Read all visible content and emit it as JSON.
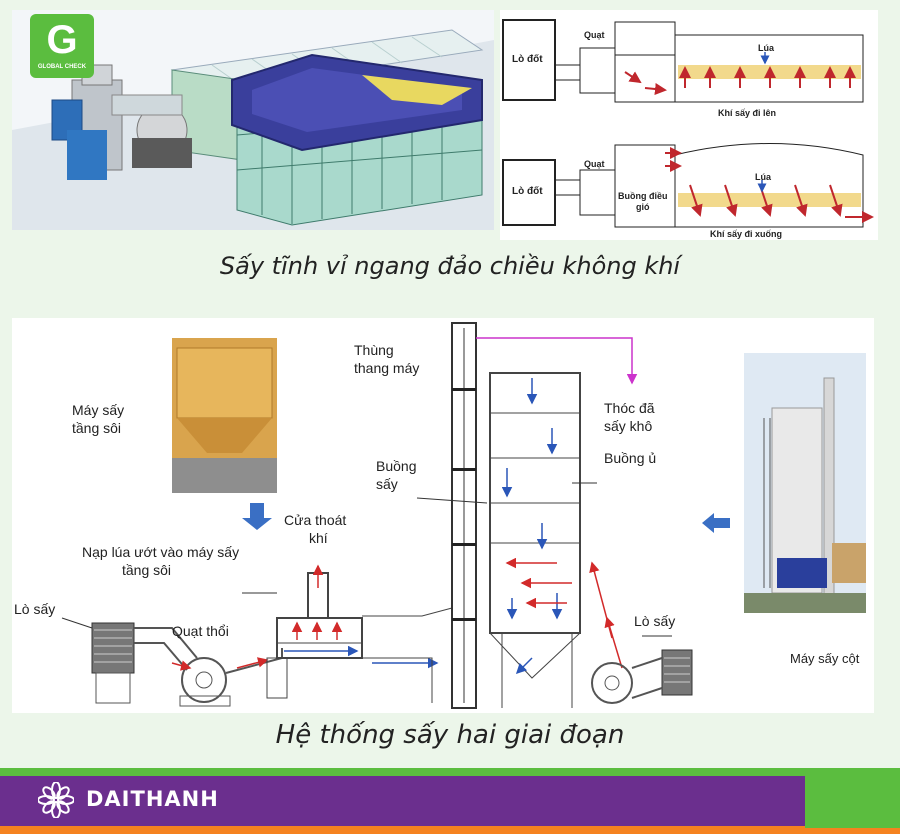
{
  "logo": {
    "letter": "G",
    "text": "GLOBAL CHECK"
  },
  "top_diagram": {
    "upflow": {
      "furnace": "Lò đốt",
      "fan": "Quạt",
      "grain": "Lúa",
      "caption": "Khí sấy đi lên"
    },
    "downflow": {
      "furnace": "Lò đốt",
      "fan": "Quạt",
      "chamber_line1": "Buồng điều",
      "chamber_line2": "gió",
      "grain": "Lúa",
      "caption": "Khí sấy đi xuống"
    }
  },
  "caption_top": "Sấy tĩnh vỉ ngang đảo chiều không khí",
  "bottom_diagram": {
    "fluid_bed_dryer": {
      "line1": "Máy sấy",
      "line2": "tầng sôi"
    },
    "load_wet": {
      "line1": "Nạp lúa ướt vào máy sấy",
      "line2": "tầng sôi"
    },
    "furnace_left": "Lò sấy",
    "blower": "Quạt thổi",
    "exhaust": {
      "line1": "Cửa thoát",
      "line2": "khí"
    },
    "elevator": {
      "line1": "Thùng",
      "line2": "thang máy"
    },
    "drying_chamber": {
      "line1": "Buồng",
      "line2": "sấy"
    },
    "dried_rice": {
      "line1": "Thóc đã",
      "line2": "sấy khô"
    },
    "tempering_chamber": "Buồng ủ",
    "furnace_right": "Lò sấy",
    "column_dryer": "Máy sấy cột"
  },
  "caption_bottom": "Hệ thống sấy hai giai đoạn",
  "brand": {
    "name": "DAITHANH"
  },
  "colors": {
    "green": "#5bbd3f",
    "purple": "#6b2f8e",
    "orange": "#f5821f",
    "blue_arrow": "#2a56b8",
    "red_arrow": "#d22a2a"
  }
}
